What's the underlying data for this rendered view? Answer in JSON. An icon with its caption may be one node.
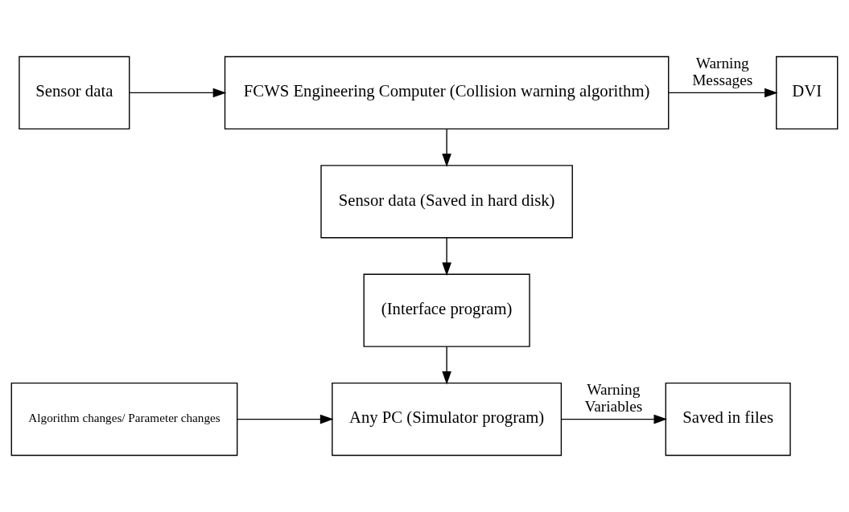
{
  "diagram": {
    "nodes": [
      {
        "text": [
          "Sensor data"
        ]
      },
      {
        "text": [
          "FCWS Engineering Computer (Collision warning algorithm)"
        ]
      },
      {
        "text": [
          "DVI"
        ]
      },
      {
        "text": [
          "Sensor data (Saved in hard disk)"
        ]
      },
      {
        "text": [
          "(Interface program)"
        ]
      },
      {
        "text": [
          "Algorithm changes/ Parameter changes"
        ]
      },
      {
        "text": [
          "Any PC (Simulator program)"
        ]
      },
      {
        "text": [
          "Saved in files"
        ]
      }
    ],
    "edges": [
      {
        "from": 0,
        "to": 1,
        "arrow": "to"
      },
      {
        "from": 1,
        "to": 2,
        "arrow": "to",
        "label": "Warning Messages"
      },
      {
        "from": 1,
        "to": 3,
        "arrow": "to"
      },
      {
        "from": 3,
        "to": 4,
        "arrow": "to"
      },
      {
        "from": 4,
        "to": 6,
        "arrow": "to"
      },
      {
        "from": 5,
        "to": 6,
        "arrow": "to"
      },
      {
        "from": 6,
        "to": 7,
        "arrow": "to",
        "label": "Warning Variables"
      }
    ]
  }
}
